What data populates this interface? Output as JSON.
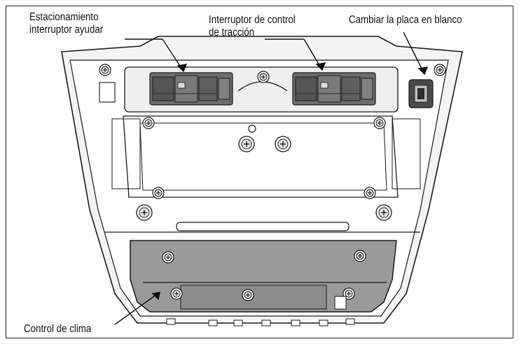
{
  "callouts": {
    "parking": {
      "line1": "Estacionamiento",
      "line2": "interruptor ayudar"
    },
    "traction": {
      "line1": "Interruptor de control",
      "line2": "de tracción"
    },
    "blank_plate": {
      "line1": "Cambiar la placa en blanco"
    },
    "climate": {
      "line1": "Control de clima"
    }
  },
  "colors": {
    "outline": "#1a1a1a",
    "panel_fill": "#ffffff",
    "climate_panel": "#9a9a9a",
    "switch_body": "#6e6e6e",
    "switch_dark": "#3c3c3c",
    "bezel_shade": "#d9d9d9"
  }
}
